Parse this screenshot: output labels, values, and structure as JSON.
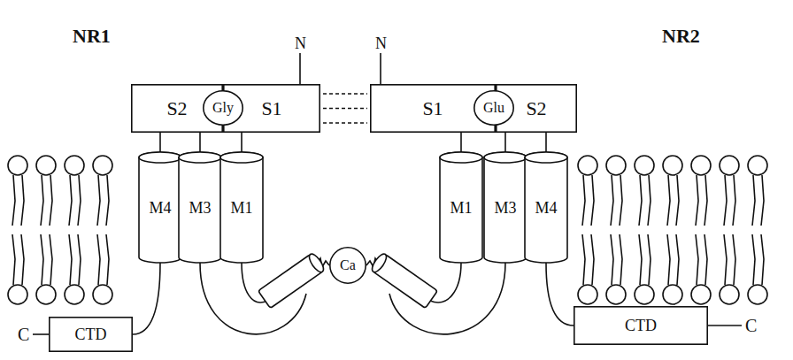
{
  "diagram": {
    "nodes": [
      {
        "text": [
          "S2"
        ]
      },
      {
        "text": [
          "Gly"
        ]
      },
      {
        "text": [
          "S1"
        ]
      },
      {
        "text": [
          "S1"
        ]
      },
      {
        "text": [
          "Glu"
        ]
      },
      {
        "text": [
          "S2"
        ]
      },
      {
        "text": [
          "M4"
        ]
      },
      {
        "text": [
          "M3"
        ]
      },
      {
        "text": [
          "M1"
        ]
      },
      {
        "text": [
          "M1"
        ]
      },
      {
        "text": [
          "M3"
        ]
      },
      {
        "text": [
          "M4"
        ]
      },
      {
        "text": [
          "Ca"
        ]
      },
      {
        "text": [
          "CTD"
        ]
      },
      {
        "text": [
          "CTD"
        ]
      }
    ],
    "edges": [
      {
        "from": 2,
        "to": 3,
        "arrow": "none"
      },
      {
        "from": 0,
        "to": 6,
        "arrow": "none"
      },
      {
        "from": 0,
        "to": 7,
        "arrow": "none"
      },
      {
        "from": 2,
        "to": 8,
        "arrow": "none"
      },
      {
        "from": 3,
        "to": 9,
        "arrow": "none"
      },
      {
        "from": 5,
        "to": 10,
        "arrow": "none"
      },
      {
        "from": 5,
        "to": 11,
        "arrow": "none"
      },
      {
        "from": 6,
        "to": 13,
        "arrow": "none"
      },
      {
        "from": 11,
        "to": 14,
        "arrow": "none"
      }
    ],
    "labels": [
      "NR1",
      "N",
      "N",
      "NR2",
      "C",
      "C"
    ]
  }
}
